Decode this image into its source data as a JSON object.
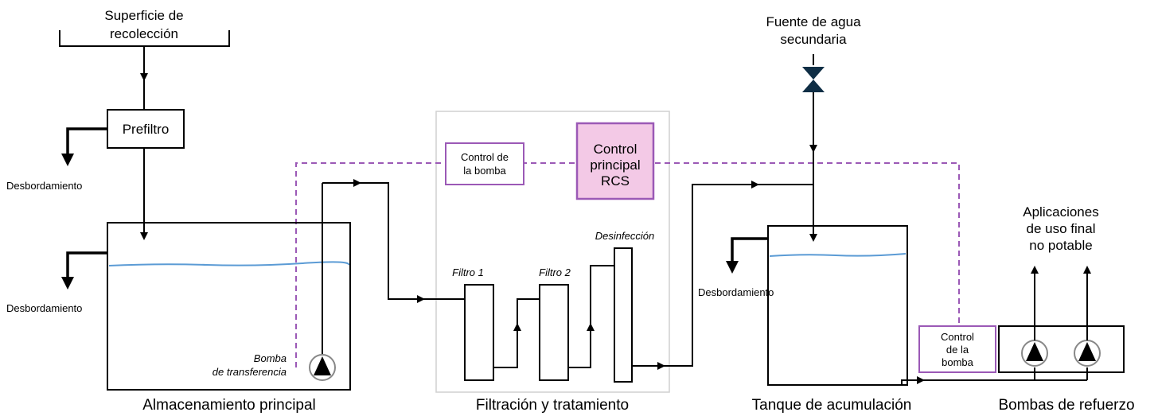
{
  "collection": {
    "label_line1": "Superficie de",
    "label_line2": "recolección"
  },
  "prefilter": {
    "label": "Prefiltro"
  },
  "overflow": {
    "top": "Desbordamiento",
    "tank": "Desbordamiento",
    "accum": "Desbordamiento"
  },
  "main_storage": {
    "label": "Almacenamiento principal"
  },
  "transfer_pump": {
    "label_line1": "Bomba",
    "label_line2": "de transferencia"
  },
  "treatment": {
    "label": "Filtración y tratamiento",
    "pump_control_line1": "Control de",
    "pump_control_line2": "la bomba",
    "main_control_line1": "Control",
    "main_control_line2": "principal",
    "main_control_line3": "RCS",
    "filter1": "Filtro 1",
    "filter2": "Filtro 2",
    "disinfection": "Desinfección"
  },
  "secondary_source": {
    "label_line1": "Fuente de agua",
    "label_line2": "secundaria"
  },
  "accumulation": {
    "label": "Tanque de acumulación"
  },
  "booster": {
    "label": "Bombas de refuerzo",
    "control_line1": "Control",
    "control_line2": "de la",
    "control_line3": "bomba"
  },
  "end_use": {
    "label_line1": "Aplicaciones",
    "label_line2": "de uso final",
    "label_line3": "no potable"
  },
  "colors": {
    "control_stroke": "#9b59b6",
    "control_fill": "#f3c9e6",
    "water": "#5b9bd5",
    "frame": "#d0d0d0"
  }
}
